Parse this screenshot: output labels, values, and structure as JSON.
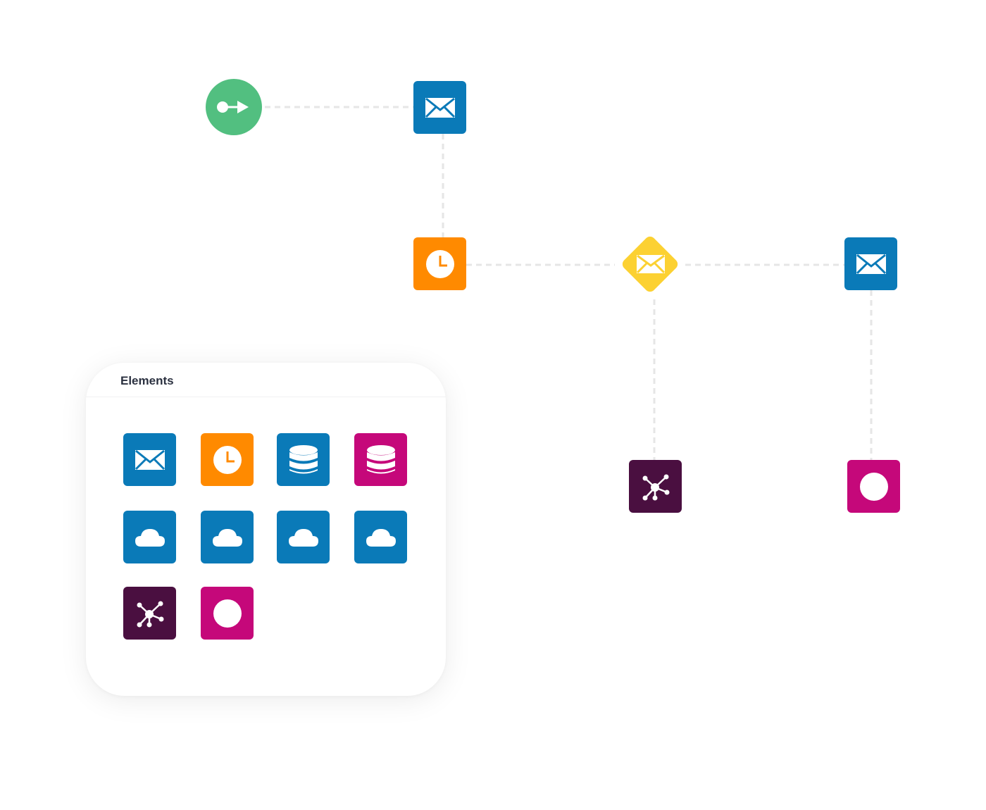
{
  "panel": {
    "title": "Elements"
  },
  "colors": {
    "blue": "#0a7ab8",
    "orange": "#ff8a00",
    "magenta": "#c5087a",
    "plum": "#4a0f40",
    "yellow": "#fcd132",
    "green": "#52bf80",
    "connector": "#e6e6e6"
  },
  "flow": {
    "nodes": [
      {
        "id": "start",
        "icon": "start-arrow-icon",
        "color": "green"
      },
      {
        "id": "email-1",
        "icon": "envelope-icon",
        "color": "blue"
      },
      {
        "id": "wait",
        "icon": "clock-icon",
        "color": "orange"
      },
      {
        "id": "decision",
        "icon": "envelope-icon",
        "color": "yellow"
      },
      {
        "id": "email-2",
        "icon": "envelope-icon",
        "color": "blue"
      },
      {
        "id": "network",
        "icon": "network-icon",
        "color": "plum"
      },
      {
        "id": "end",
        "icon": "circle-icon",
        "color": "magenta"
      }
    ]
  },
  "palette": {
    "items": [
      {
        "icon": "envelope-icon",
        "color": "blue"
      },
      {
        "icon": "clock-icon",
        "color": "orange"
      },
      {
        "icon": "database-icon",
        "color": "blue"
      },
      {
        "icon": "database-icon",
        "color": "magenta"
      },
      {
        "icon": "cloud-icon",
        "color": "blue"
      },
      {
        "icon": "cloud-icon",
        "color": "blue"
      },
      {
        "icon": "cloud-icon",
        "color": "blue"
      },
      {
        "icon": "cloud-icon",
        "color": "blue"
      },
      {
        "icon": "network-icon",
        "color": "plum"
      },
      {
        "icon": "circle-icon",
        "color": "magenta"
      }
    ]
  }
}
